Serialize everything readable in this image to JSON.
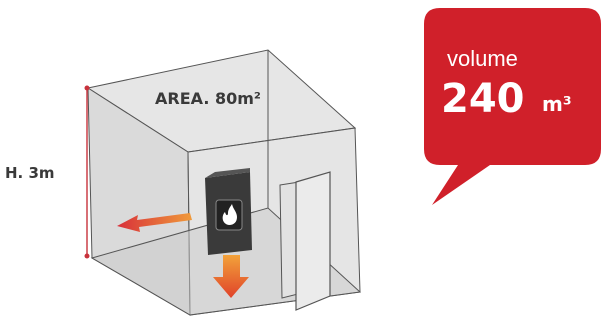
{
  "room": {
    "area_label": "AREA. 80m²",
    "height_label": "H. 3m"
  },
  "callout": {
    "title": "volume",
    "value": "240",
    "unit": "m³",
    "color": "#d0202a"
  },
  "colors": {
    "room_fill": "#dcdcdc",
    "room_stroke": "#555555",
    "dimension_line": "#c8323c",
    "arrow_left": "#e0442a",
    "arrow_down": "#e8601c",
    "stove_body": "#3a3a3a",
    "flame": "#ffffff"
  },
  "icons": [
    "stove-icon",
    "flame-icon",
    "heat-arrow-left-icon",
    "heat-arrow-down-icon",
    "door-icon",
    "speech-bubble-icon"
  ]
}
